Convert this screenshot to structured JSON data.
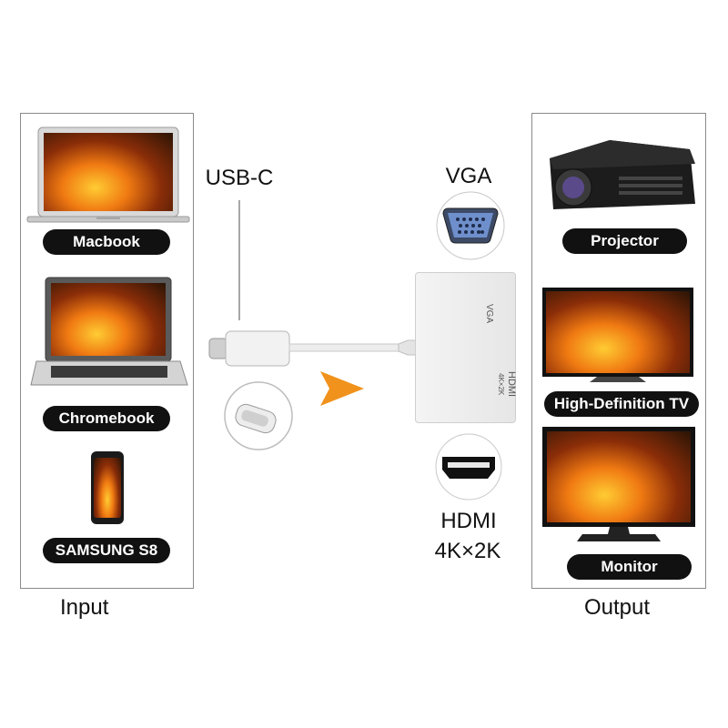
{
  "input": {
    "caption": "Input",
    "devices": [
      {
        "label": "Macbook",
        "icon": "laptop-icon"
      },
      {
        "label": "Chromebook",
        "icon": "laptop-icon"
      },
      {
        "label": "SAMSUNG S8",
        "icon": "smartphone-icon"
      }
    ]
  },
  "output": {
    "caption": "Output",
    "devices": [
      {
        "label": "Projector",
        "icon": "projector-icon"
      },
      {
        "label": "High-Definition TV",
        "icon": "tv-icon"
      },
      {
        "label": "Monitor",
        "icon": "monitor-icon"
      }
    ]
  },
  "adapter": {
    "connector_label": "USB-C",
    "vga_label": "VGA",
    "hdmi_label": "HDMI",
    "hdmi_resolution": "4K×2K",
    "side_print_vga": "VGA",
    "side_print_hdmi": "HDMI",
    "side_print_res": "4K×2K"
  },
  "colors": {
    "arrow": "#f0921c",
    "pill": "#111111",
    "panel_border": "#8a8a8a"
  }
}
